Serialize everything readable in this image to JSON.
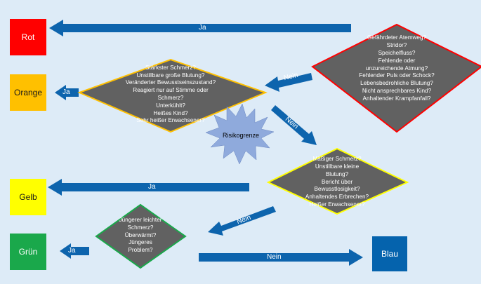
{
  "categories": {
    "rot": "Rot",
    "orange": "Orange",
    "gelb": "Gelb",
    "gruen": "Grün",
    "blau": "Blau"
  },
  "decisions": {
    "red": [
      "Gefährdeter Atemweg?",
      "Stridor?",
      "Speichelfluss?",
      "Fehlende oder",
      "unzureichende Atmung?",
      "Fehlender Puls oder Schock?",
      "Lebensbedrohliche Blutung?",
      "Nicht ansprechbares Kind?",
      "Anhaltender Krampfanfall?"
    ],
    "orange": [
      "Stärkster Schmerz?",
      "Unstillbare große Blutung?",
      "Veränderter Bewusstseinszustand?",
      "Reagiert nur auf Stimme oder",
      "Schmerz?",
      "Unterkühlt?",
      "Heißes Kind?",
      "Sehr heißer Erwachsener?"
    ],
    "yellow": [
      "Mäßiger Schmerz?",
      "Unstillbare kleine",
      "Blutung?",
      "Bericht über",
      "Bewusstlosigkeit?",
      "Anhaltendes Erbrechen?",
      "Heißer Erwachsener?"
    ],
    "green": [
      "Jüngerer leichter",
      "Schmerz?",
      "Überwärmt?",
      "Jüngeres",
      "Problem?"
    ]
  },
  "risk_label": "Risikogrenze",
  "arrows": {
    "ja_red": "Ja",
    "nein_red": "Nein",
    "ja_orange": "Ja",
    "nein_orange": "Nein",
    "ja_yellow": "Ja",
    "nein_yellow": "Nein",
    "ja_green": "Ja",
    "nein_green": "Nein"
  },
  "colors": {
    "background": "#ddebf7",
    "arrow": "#0d64ad",
    "diamond_fill": "#616161",
    "red": "#ff0000",
    "orange": "#ffc000",
    "yellow": "#ffff00",
    "green": "#1aa84b",
    "blue": "#0563ad",
    "star": "#8faadc"
  }
}
